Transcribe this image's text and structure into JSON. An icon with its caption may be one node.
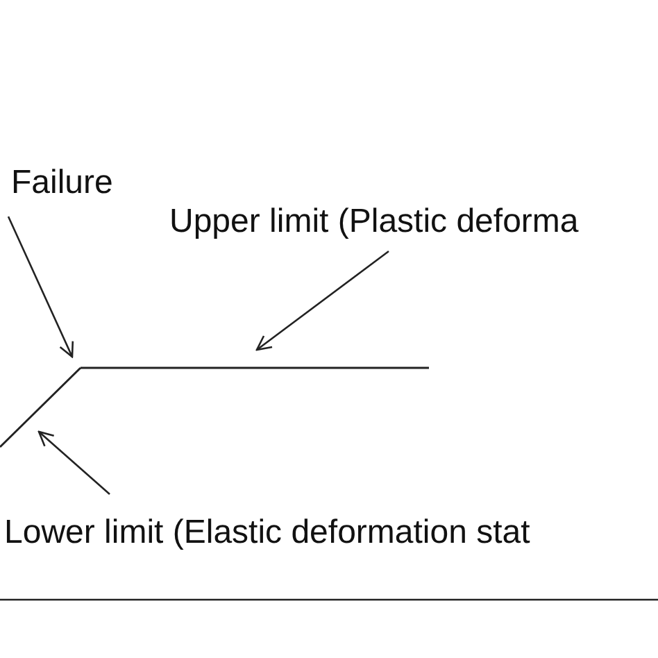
{
  "diagram": {
    "nodes": [
      {
        "text": [
          "Failure"
        ]
      },
      {
        "text": [
          "Upper limit (Plastic deforma"
        ]
      },
      {
        "text": [
          "Lower limit (Elastic deformation stat"
        ]
      },
      {
        "text": [],
        "shape": "line"
      },
      {
        "text": [],
        "shape": "line"
      }
    ],
    "edges": [
      {
        "from": 0,
        "to": 4,
        "arrow": "to"
      },
      {
        "from": 1,
        "to": 4,
        "arrow": "to"
      },
      {
        "from": 2,
        "to": 3,
        "arrow": "to"
      }
    ]
  }
}
